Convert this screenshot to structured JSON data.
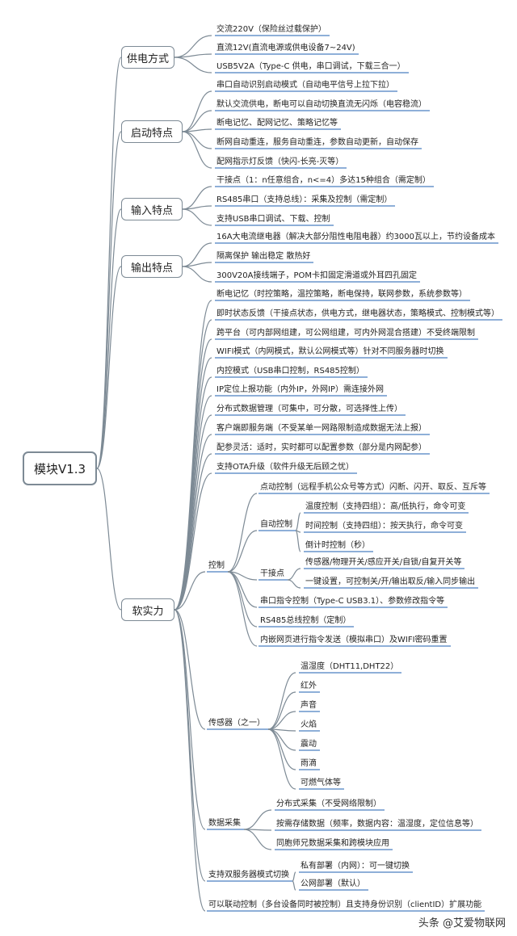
{
  "mindmap": {
    "root": "模块V1.3",
    "branches": [
      {
        "label": "供电方式",
        "children": [
          {
            "label": "交流220V（保险丝过载保护）"
          },
          {
            "label": "直流12V(直流电源或供电设备7~24V)"
          },
          {
            "label": "USB5V2A（Type-C 供电，串口调试，下载三合一）"
          }
        ]
      },
      {
        "label": "启动特点",
        "children": [
          {
            "label": "串口自动识别启动模式（自动电平信号上拉下拉）"
          },
          {
            "label": "默认交流供电，断电可以自动切换直流无闪烁（电容稳流）"
          },
          {
            "label": "断电记忆、配网记忆、策略记忆等"
          },
          {
            "label": "断网自动重连，服务自动重连，参数自动更新，自动保存"
          },
          {
            "label": "配网指示灯反馈（快闪-长亮-灭等）"
          }
        ]
      },
      {
        "label": "输入特点",
        "children": [
          {
            "label": "干接点（1：n任意组合，n<=4）多达15种组合（需定制）"
          },
          {
            "label": "RS485串口（支持总线）：采集及控制（需定制）"
          },
          {
            "label": "支持USB串口调试、下载、控制"
          }
        ]
      },
      {
        "label": "输出特点",
        "children": [
          {
            "label": "16A大电流继电器（解决大部分阻性电阻电器）约3000瓦以上，节约设备成本"
          },
          {
            "label": "隔离保护 输出稳定 散热好"
          },
          {
            "label": "300V20A接线端子，POM卡扣固定滑道或外耳四孔固定"
          }
        ]
      },
      {
        "label": "软实力",
        "children": [
          {
            "label": "断电记忆（时控策略，温控策略，断电保持，联网参数，系统参数等）"
          },
          {
            "label": "即时状态反馈（干接点状态，供电方式，继电器状态，策略模式、控制模式等）"
          },
          {
            "label": "跨平台（可内部网组建，可公网组建，可内外网混合搭建）不受终端限制"
          },
          {
            "label": "WIFI模式（内网模式，默认公网模式等）针对不同服务器时切换"
          },
          {
            "label": "内控模式（USB串口控制，RS485控制）"
          },
          {
            "label": "IP定位上报功能（内外IP，外网IP）需连接外网"
          },
          {
            "label": "分布式数据管理（可集中，可分散，可选择性上传）"
          },
          {
            "label": "客户端即服务端（不受某单一网路限制造成数据无法上报）"
          },
          {
            "label": "配参灵活：适时，实时都可以配置参数（部分是内网配参）"
          },
          {
            "label": "支持OTA升级（软件升级无后顾之忧）"
          },
          {
            "label": "控制",
            "children": [
              {
                "label": "点动控制（远程手机公众号等方式）闪断、闪开、取反、互斥等"
              },
              {
                "label": "自动控制",
                "children": [
                  {
                    "label": "温度控制（支持四组）：高/低执行，命令可变"
                  },
                  {
                    "label": "时间控制（支持四组）：按天执行，命令可变"
                  },
                  {
                    "label": "倒计时控制（秒）"
                  }
                ]
              },
              {
                "label": "干接点",
                "children": [
                  {
                    "label": "传感器/物理开关/感应开关/自锁/自复开关等"
                  },
                  {
                    "label": "一键设置，可控制关/开/输出取反/输入同步输出"
                  }
                ]
              },
              {
                "label": "串口指令控制（Type-C USB3.1）、参数修改指令等"
              },
              {
                "label": "RS485总线控制（定制）"
              },
              {
                "label": "内嵌网页进行指令发送（模拟串口）及WIFI密码重置"
              }
            ]
          },
          {
            "label": "传感器（之一）",
            "children": [
              {
                "label": "温湿度（DHT11,DHT22）"
              },
              {
                "label": "红外"
              },
              {
                "label": "声音"
              },
              {
                "label": "火焰"
              },
              {
                "label": "震动"
              },
              {
                "label": "雨滴"
              },
              {
                "label": "可燃气体等"
              }
            ]
          },
          {
            "label": "数据采集",
            "children": [
              {
                "label": "分布式采集（不受网络限制）"
              },
              {
                "label": "按需存储数据（频率，数据内容：温湿度，定位信息等）"
              },
              {
                "label": "同胞师兄数据采集和跨模块应用"
              }
            ]
          },
          {
            "label": "支持双服务器模式切换",
            "children": [
              {
                "label": "私有部署（内网）：可一键切换"
              },
              {
                "label": "公网部署（默认）"
              }
            ]
          },
          {
            "label": "可以联动控制（多台设备同时被控制）且支持身份识别（clientID）扩展功能"
          }
        ]
      }
    ]
  },
  "watermark": "头条 @艾爱物联网",
  "colors": {
    "line": "#7d8a95",
    "underline": "#4a7fc0",
    "text": "#222222"
  }
}
